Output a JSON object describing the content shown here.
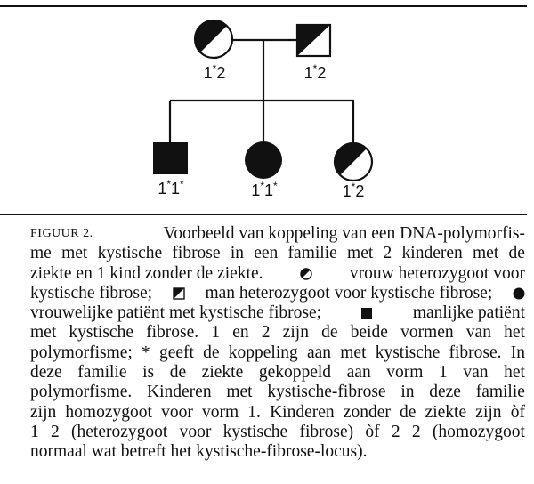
{
  "pedigree": {
    "mother": {
      "symbol": "female-heterozygous",
      "label_a": "1",
      "label_b": "2",
      "star_a": "*",
      "star_b": ""
    },
    "father": {
      "symbol": "male-heterozygous",
      "label_a": "1",
      "label_b": "2",
      "star_a": "*",
      "star_b": ""
    },
    "children": [
      {
        "symbol": "male-affected",
        "label_a": "1",
        "label_b": "1",
        "star_a": "*",
        "star_b": "*"
      },
      {
        "symbol": "female-affected",
        "label_a": "1",
        "label_b": "1",
        "star_a": "*",
        "star_b": "*"
      },
      {
        "symbol": "female-heterozygous",
        "label_a": "1",
        "label_b": "2",
        "star_a": "*",
        "star_b": ""
      }
    ]
  },
  "caption": {
    "figure_label": "FIGUUR 2.",
    "lines": [
      "Voorbeeld van koppeling van een DNA-polymorfis-",
      "me met kystische fibrose in een familie met 2 kinderen met de",
      "ziekte en 1 kind zonder de ziekte.",
      "vrouw heterozygoot voor",
      "kystische fibrose;",
      "man heterozygoot voor kystische fibrose;",
      "vrouwelijke patiënt met kystische fibrose;",
      "manlijke patiënt",
      "met kystische fibrose. 1 en 2 zijn de beide vormen van het",
      "polymorfisme; * geeft de koppeling aan met kystische fibrose. In",
      "deze familie is de ziekte gekoppeld aan vorm 1 van het",
      "polymorfisme. Kinderen met kystische-fibrose in deze familie",
      "zijn homozygoot voor vorm 1. Kinderen zonder de ziekte zijn òf",
      "1 2 (heterozygoot voor kystische fibrose) òf 2 2 (homozygoot",
      "normaal wat betreft het kystische-fibrose-locus)."
    ]
  }
}
